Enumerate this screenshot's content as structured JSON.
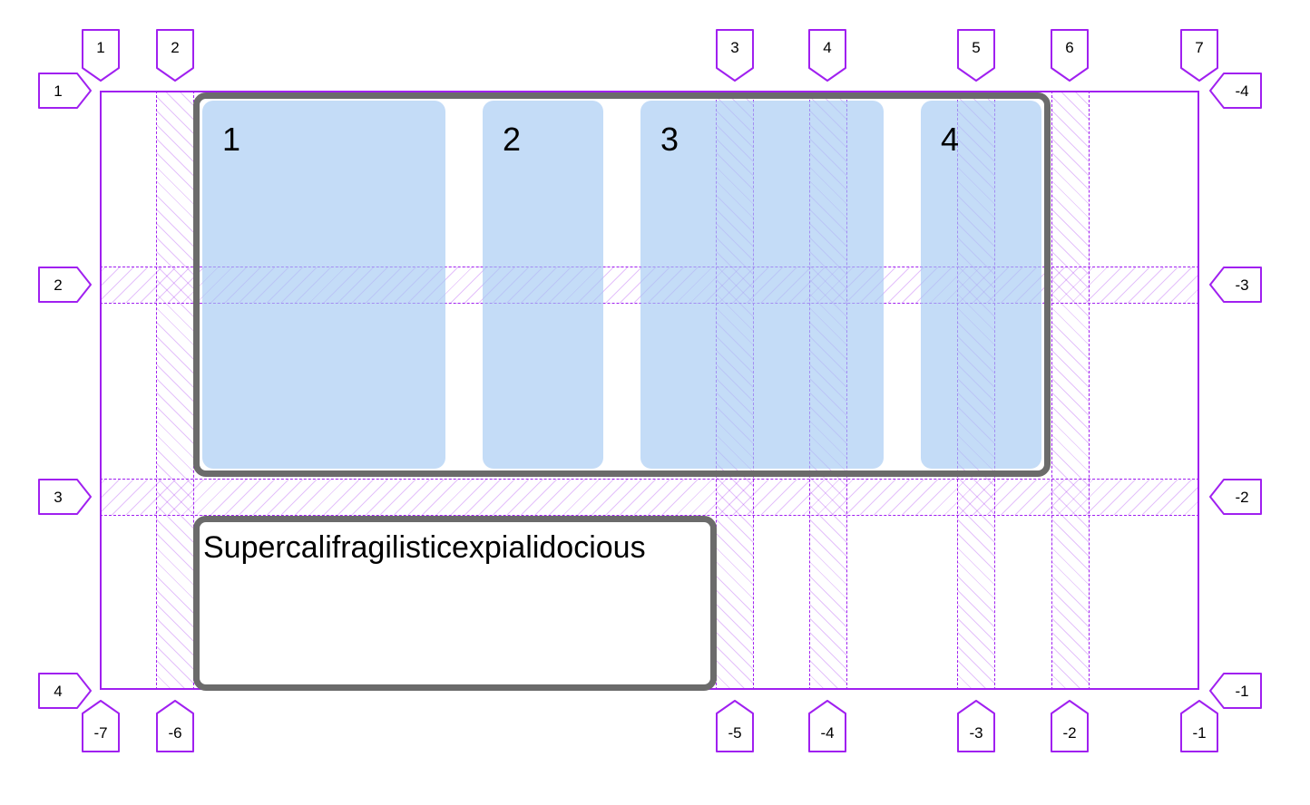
{
  "grid": {
    "column_line_labels_top": [
      "1",
      "2",
      "3",
      "4",
      "5",
      "6",
      "7"
    ],
    "column_line_labels_bottom": [
      "-7",
      "-6",
      "-5",
      "-4",
      "-3",
      "-2",
      "-1"
    ],
    "row_line_labels_left": [
      "1",
      "2",
      "3",
      "4"
    ],
    "row_line_labels_right": [
      "-4",
      "-3",
      "-2",
      "-1"
    ]
  },
  "items": [
    {
      "label": "1"
    },
    {
      "label": "2"
    },
    {
      "label": "3"
    },
    {
      "label": "4"
    }
  ],
  "text_box": {
    "text": "Supercalifragilisticexpialidocious"
  },
  "colors": {
    "grid_lines": "#a020f0",
    "item_fill": "#c5ddf7",
    "container_border": "#6b6b6b"
  }
}
